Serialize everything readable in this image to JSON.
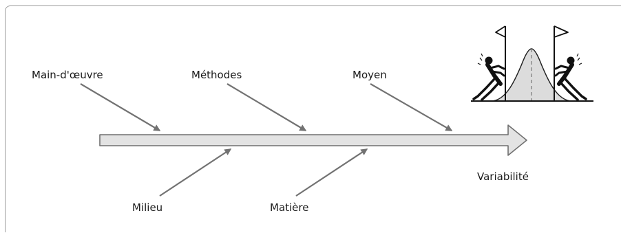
{
  "diagram": {
    "title": "",
    "effect": "Variabilité",
    "causes_top": [
      "Main-d'œuvre",
      "Méthodes",
      "Moyen"
    ],
    "causes_bottom": [
      "Milieu",
      "Matière"
    ]
  },
  "colors": {
    "spine_fill": "#e3e3e3",
    "spine_stroke": "#6f6f6f",
    "cause_arrow": "#727272",
    "frame_border": "#9a9a9a",
    "curve_fill": "#dcdcdc"
  },
  "icons": {
    "tug_of_war": "two-figures-pushing-limits-of-bell-curve-icon"
  }
}
